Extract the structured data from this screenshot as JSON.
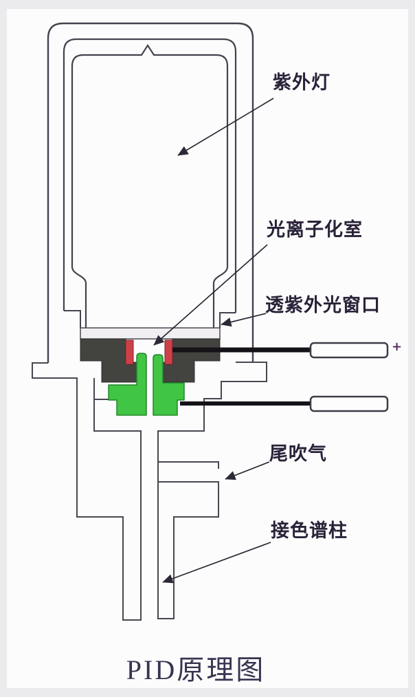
{
  "title": {
    "text": "PID原理图"
  },
  "labels": [
    {
      "id": "uv-lamp",
      "text": "紫外灯"
    },
    {
      "id": "photoionization-chamber",
      "text": "光离子化室"
    },
    {
      "id": "uv-transparent-window",
      "text": "透紫外光窗口"
    },
    {
      "id": "makeup-gas",
      "text": "尾吹气"
    },
    {
      "id": "column-connection",
      "text": "接色谱柱"
    }
  ],
  "electrodes": {
    "polarity": "+"
  },
  "colors": {
    "outline": "#46414d",
    "insulator_dark": "#434340",
    "insulator_green": "#41c544",
    "electrode_red": "#ce4048",
    "electrode_lead": "#151218",
    "label_text": "#2a2238",
    "title_text": "#3a3350",
    "paper": "#fcfcfd",
    "frame": "#ebebed"
  }
}
